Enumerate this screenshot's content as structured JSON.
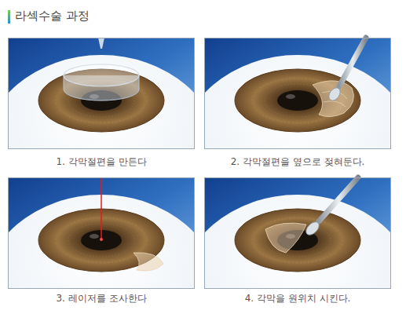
{
  "diagram": {
    "title": "라섹수술 과정",
    "nodes": [
      {
        "text": [
          "1. 각막절편을 만든다"
        ]
      },
      {
        "text": [
          "2. 각막절편을 옆으로 젖혀둔다."
        ]
      },
      {
        "text": [
          "3. 레이저를 조사한다"
        ]
      },
      {
        "text": [
          "4. 각막을 원위치 시킨다."
        ]
      }
    ]
  }
}
